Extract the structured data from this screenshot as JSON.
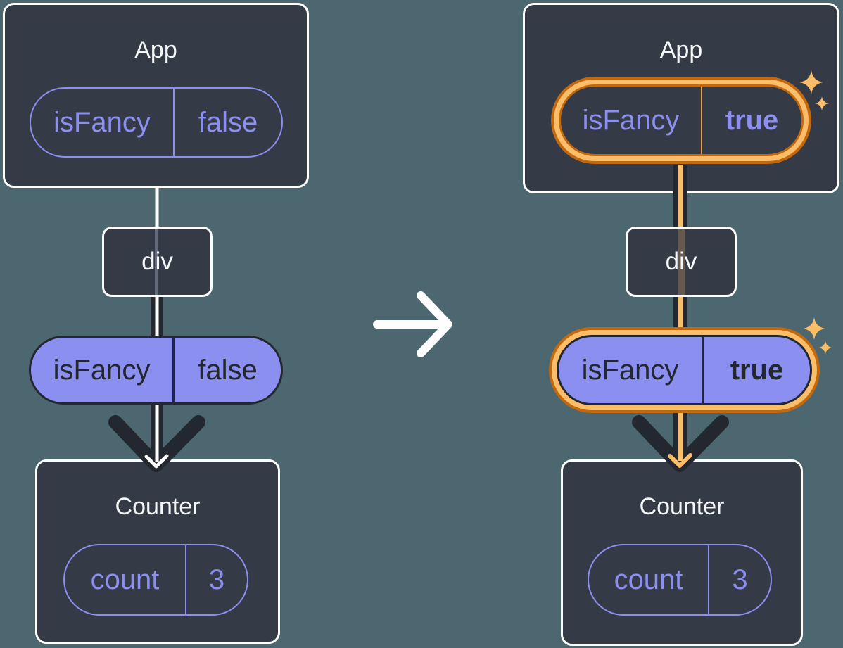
{
  "background_color": "#4C6770",
  "palette": {
    "box_fill": "#343A46",
    "box_border": "#FFFFFF",
    "purple": "#8A8FF0",
    "purple_fill": "#8B90F0",
    "ink": "#23272F",
    "orange_light": "#FBBD68",
    "orange_dark": "#C2690F",
    "white_text": "#F6F7F9"
  },
  "left_tree": {
    "app": {
      "title": "App",
      "state_pill": {
        "name": "isFancy",
        "value": "false"
      }
    },
    "div_node": {
      "label": "div"
    },
    "prop_pill": {
      "name": "isFancy",
      "value": "false"
    },
    "counter": {
      "title": "Counter",
      "state_pill": {
        "name": "count",
        "value": "3"
      }
    }
  },
  "right_tree": {
    "app": {
      "title": "App",
      "state_pill": {
        "name": "isFancy",
        "value": "true"
      }
    },
    "div_node": {
      "label": "div"
    },
    "prop_pill": {
      "name": "isFancy",
      "value": "true"
    },
    "counter": {
      "title": "Counter",
      "state_pill": {
        "name": "count",
        "value": "3"
      }
    }
  },
  "icons": {
    "transition_arrow": "right-arrow-icon",
    "sparkles": "sparkles-icon"
  }
}
